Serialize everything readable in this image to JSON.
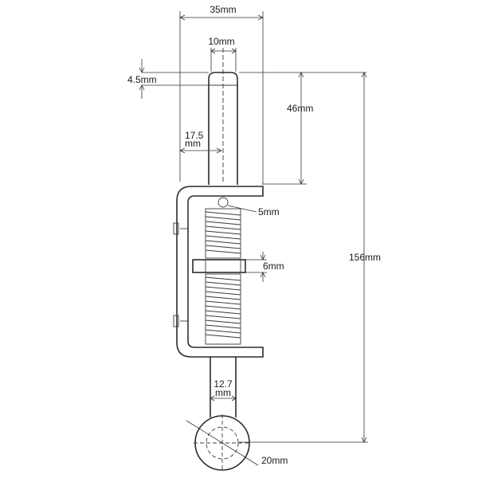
{
  "diagram": {
    "labels": {
      "overall_width": "35mm",
      "pin_width": "10mm",
      "tip_chamfer": "4.5mm",
      "pin_length": "46mm",
      "offset_line1": "17.5",
      "offset_line2": "mm",
      "pin_hole": "5mm",
      "collar": "6mm",
      "total_length": "156mm",
      "shank_line1": "12.7",
      "shank_line2": "mm",
      "ring": "20mm"
    },
    "colors": {
      "line": "#2b2b2b",
      "background": "#ffffff"
    }
  }
}
